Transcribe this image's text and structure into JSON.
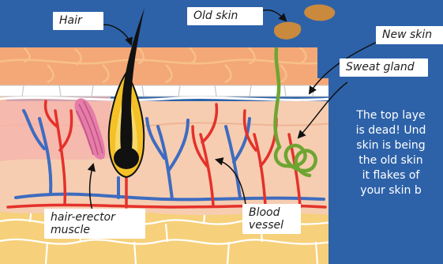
{
  "colors": {
    "background": "#2d62a9",
    "accent_yellow": "#f4c64b",
    "epidermis": "#f4a877",
    "dermis": "#f6cdb1",
    "fat": "#f6d07a",
    "hair": "#111111",
    "follicle": "#f4c127",
    "vein": "#3e6cc0",
    "artery": "#e4312a",
    "muscle": "#e37ea8",
    "sweat_gland": "#6ea531",
    "flake": "#c98a3e"
  },
  "labels": {
    "hair": "Hair",
    "old_skin": "Old skin",
    "new_skin": "New skin",
    "sweat_gland": "Sweat gland",
    "hair_erector_muscle": "hair-erector\nmuscle",
    "blood_vessel": "Blood\nvessel"
  },
  "body_text": "The top laye\nis dead! Und\nskin is being\nthe old skin\nit flakes of\nyour skin b"
}
